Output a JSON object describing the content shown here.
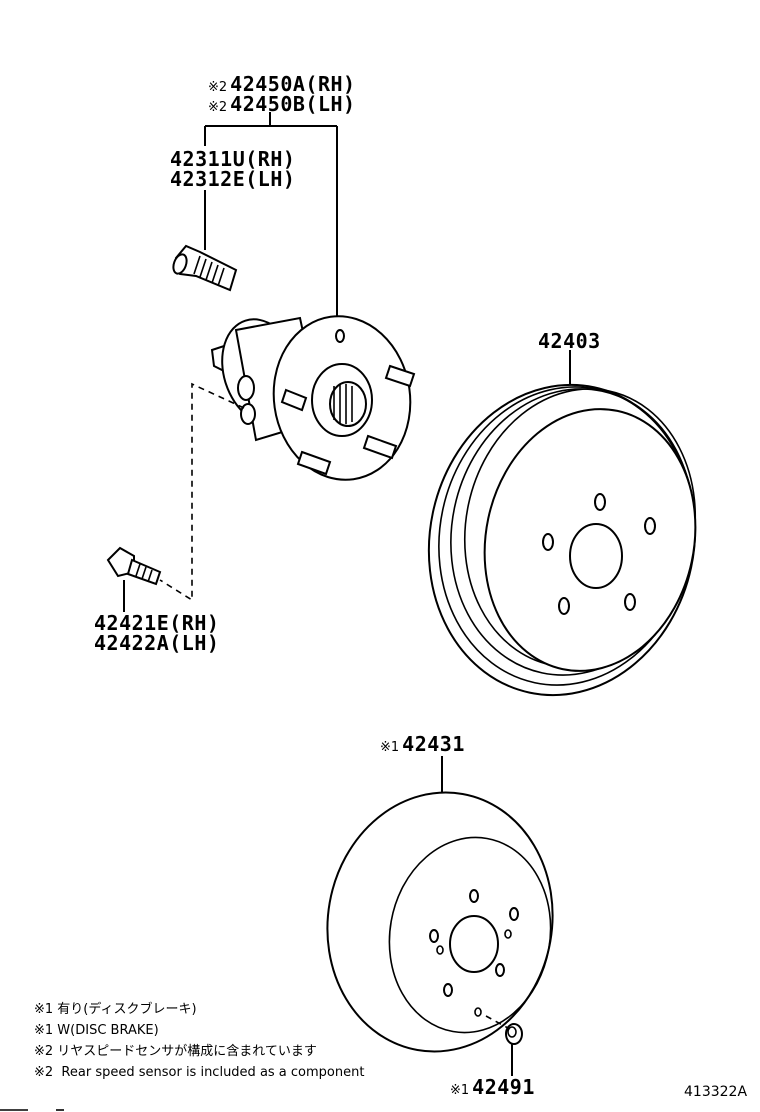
{
  "labels": {
    "hub_rh": {
      "mark": "※2",
      "part": "42450A(RH)"
    },
    "hub_lh": {
      "mark": "※2",
      "part": "42450B(LH)"
    },
    "bolt_rh": "42311U(RH)",
    "bolt_lh": "42312E(LH)",
    "drum": "42403",
    "hub_bolt_rh": "42421E(RH)",
    "hub_bolt_lh": "42422A(LH)",
    "disc": {
      "mark": "※1",
      "part": "42431"
    },
    "plug": {
      "mark": "※1",
      "part": "42491"
    }
  },
  "notes": [
    "※1 有り(ディスクブレーキ)",
    "※1 W(DISC BRAKE)",
    "※2 リヤスピードセンサが構成に含まれています",
    "※2  Rear speed sensor is included as a component"
  ],
  "figure_number": "413322A"
}
